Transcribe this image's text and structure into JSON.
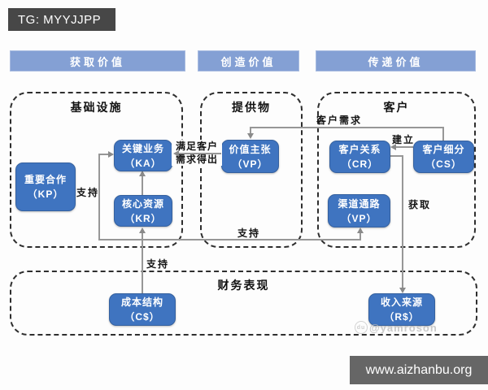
{
  "badge": {
    "text": "TG: MYYJJPP"
  },
  "headers": [
    {
      "label": "获取价值"
    },
    {
      "label": "创造价值"
    },
    {
      "label": "传递价值"
    }
  ],
  "sections": {
    "infrastructure": {
      "title": "基础设施"
    },
    "offering": {
      "title": "提供物"
    },
    "customer": {
      "title": "客户"
    },
    "finance": {
      "title": "财务表现"
    }
  },
  "nodes": {
    "kp": {
      "title": "重要合作",
      "code": "（KP）"
    },
    "ka": {
      "title": "关键业务",
      "code": "（KA）"
    },
    "kr": {
      "title": "核心资源",
      "code": "（KR）"
    },
    "vp": {
      "title": "价值主张",
      "code": "（VP）"
    },
    "cr": {
      "title": "客户关系",
      "code": "（CR）"
    },
    "cs": {
      "title": "客户细分",
      "code": "（CS）"
    },
    "ch": {
      "title": "渠道通路",
      "code": "（VP）"
    },
    "cost": {
      "title": "成本结构",
      "code": "（C$）"
    },
    "rev": {
      "title": "收入来源",
      "code": "（R$）"
    }
  },
  "edge_labels": {
    "support_kp": "支持",
    "derive_line1": "满足客户",
    "derive_line2": "需求得出",
    "customer_demand": "客户需求",
    "establish": "建立",
    "acquire": "获取",
    "support_mid": "支持",
    "support_cost": "支持"
  },
  "watermark": {
    "icon": "du",
    "text": "@yamroson"
  },
  "footer": {
    "url": "www.aizhanbu.org"
  },
  "colors": {
    "node_blue": "#3f74c0",
    "header_blue": "#84a0d4",
    "badge_gray": "#474747",
    "footer_gray": "#666666",
    "line_gray": "#979797",
    "dash_black": "#2e2e2e"
  }
}
